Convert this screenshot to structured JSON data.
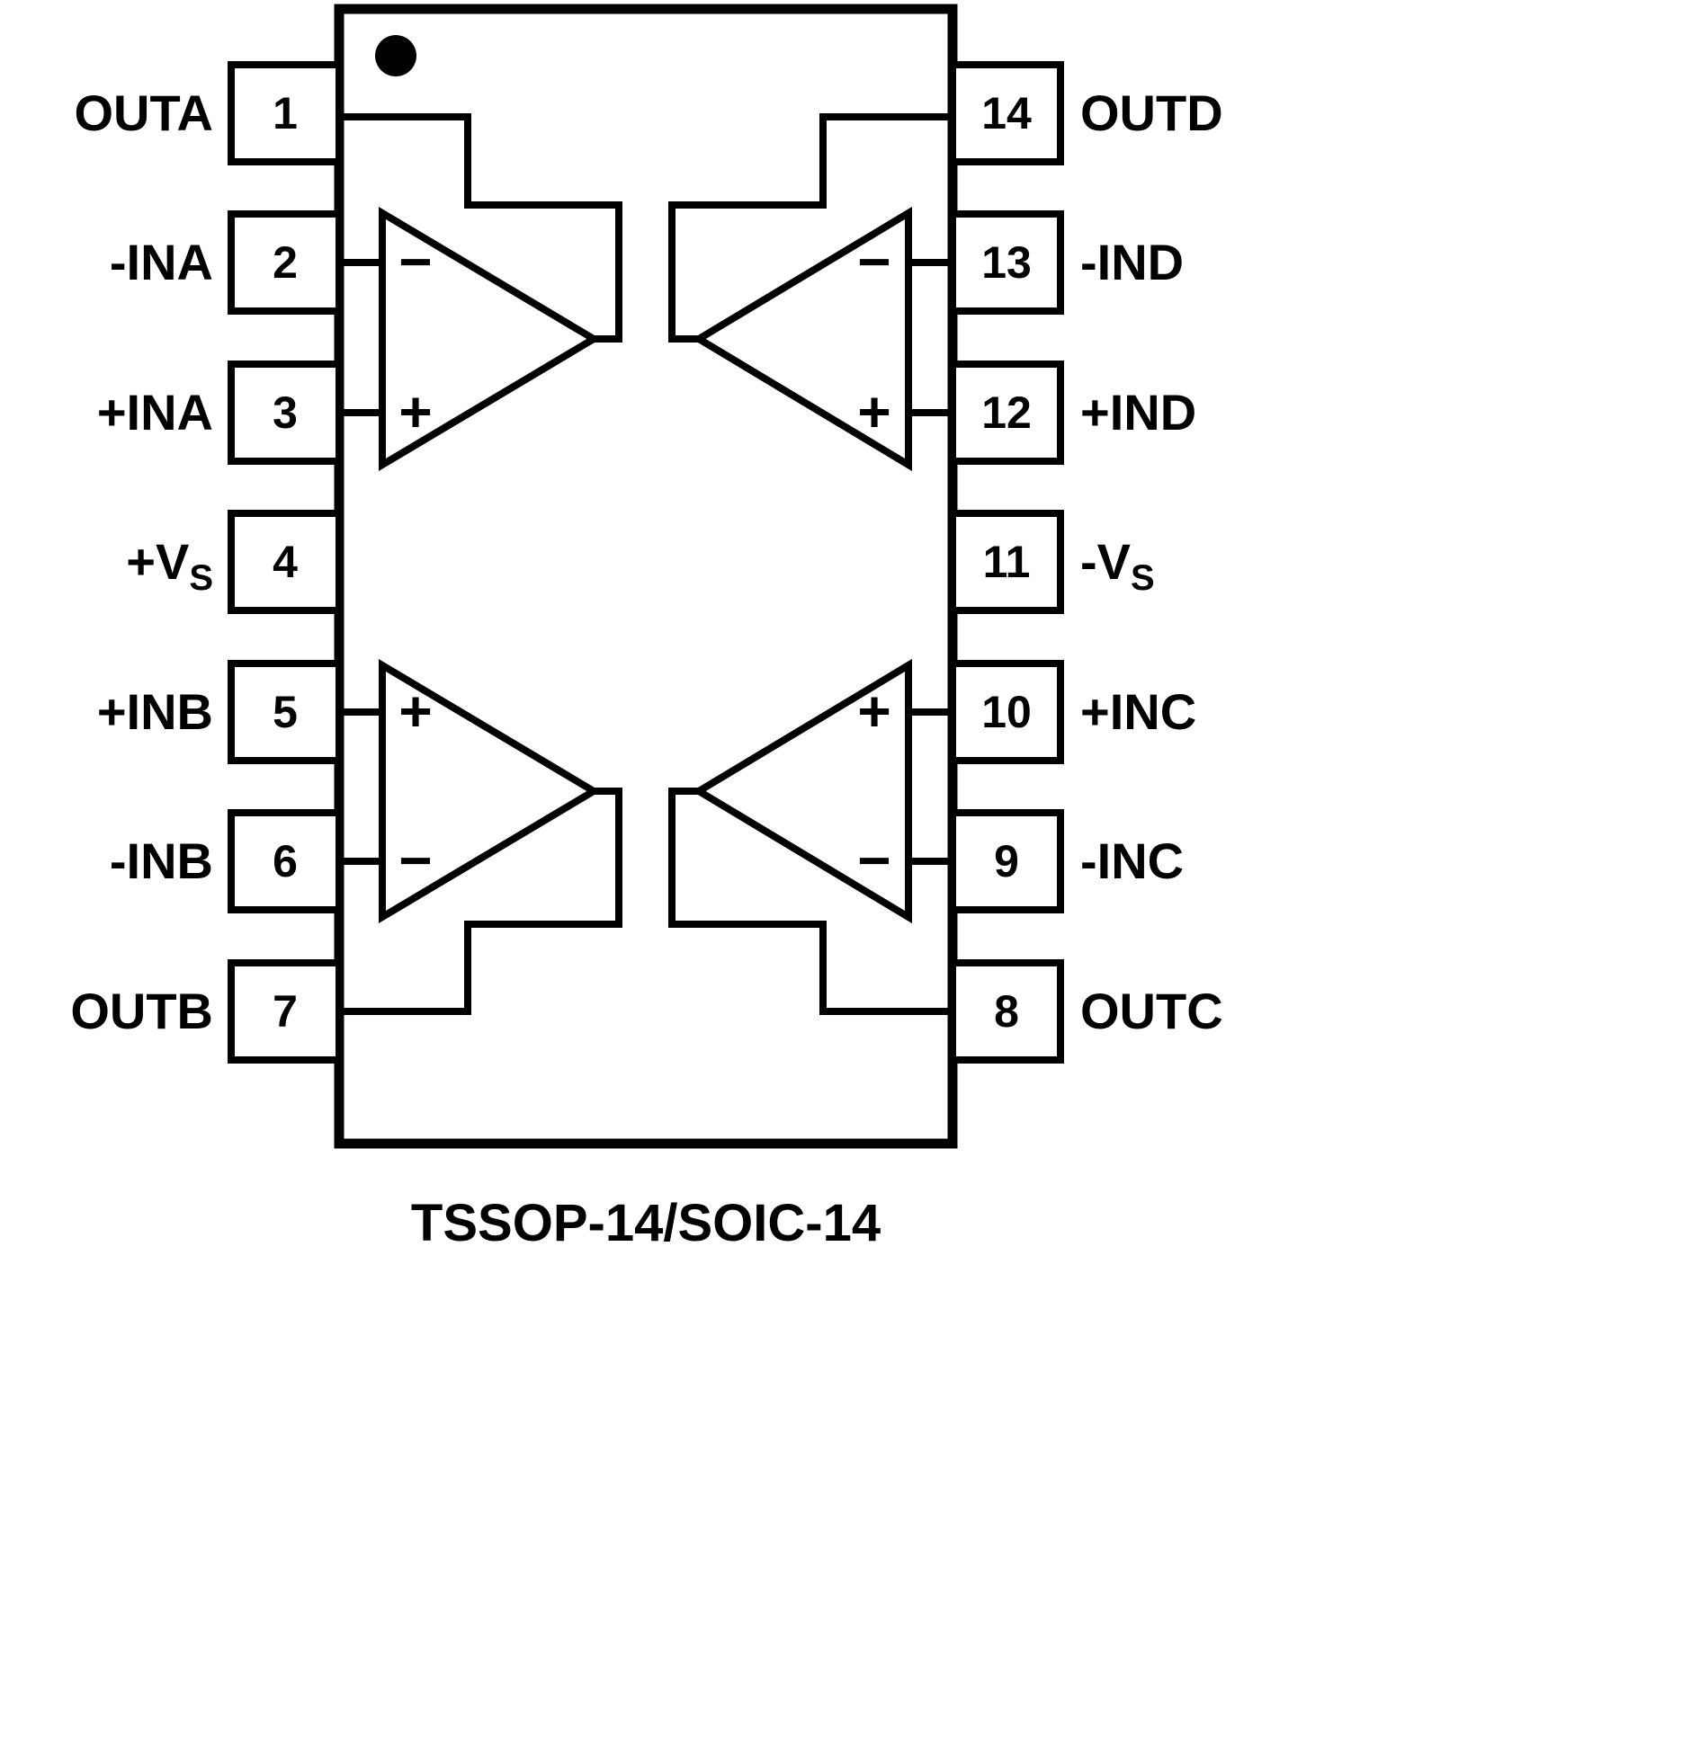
{
  "title": "TSSOP-14/SOIC-14 quad op-amp pinout diagram",
  "caption": "TSSOP-14/SOIC-14",
  "colors": {
    "stroke": "#000000",
    "background": "#ffffff"
  },
  "left_pins": [
    {
      "number": "1",
      "label": "OUTA"
    },
    {
      "number": "2",
      "label": "-INA"
    },
    {
      "number": "3",
      "label": "+INA"
    },
    {
      "number": "4",
      "label": "+V",
      "label_sub": "S"
    },
    {
      "number": "5",
      "label": "+INB"
    },
    {
      "number": "6",
      "label": "-INB"
    },
    {
      "number": "7",
      "label": "OUTB"
    }
  ],
  "right_pins": [
    {
      "number": "14",
      "label": "OUTD"
    },
    {
      "number": "13",
      "label": "-IND"
    },
    {
      "number": "12",
      "label": "+IND"
    },
    {
      "number": "11",
      "label": "-V",
      "label_sub": "S"
    },
    {
      "number": "10",
      "label": "+INC"
    },
    {
      "number": "9",
      "label": "-INC"
    },
    {
      "number": "8",
      "label": "OUTC"
    }
  ],
  "opamps": [
    {
      "position": "top-left",
      "top_input": "−",
      "bottom_input": "+"
    },
    {
      "position": "top-right",
      "top_input": "−",
      "bottom_input": "+"
    },
    {
      "position": "bottom-left",
      "top_input": "+",
      "bottom_input": "−"
    },
    {
      "position": "bottom-right",
      "top_input": "+",
      "bottom_input": "−"
    }
  ]
}
